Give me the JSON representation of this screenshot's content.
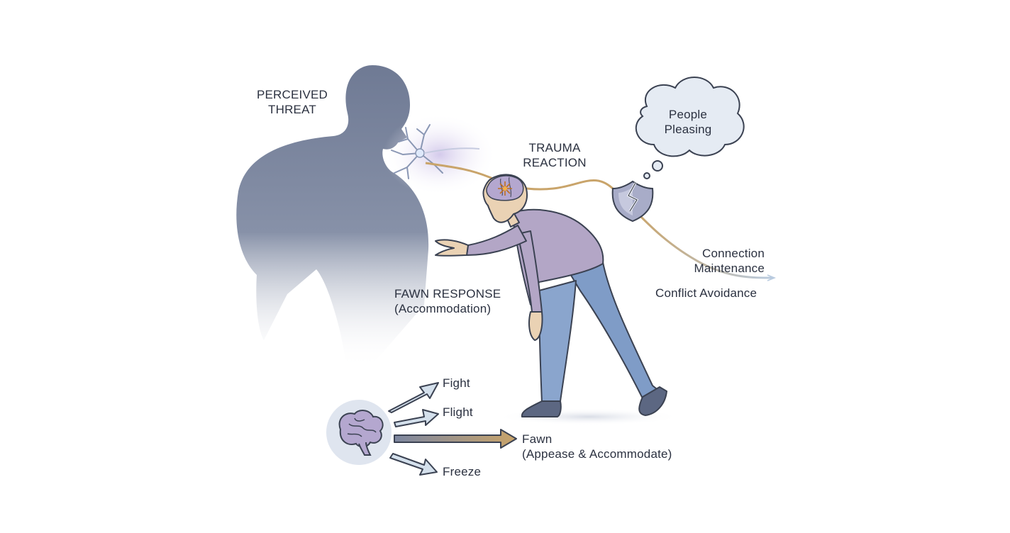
{
  "labels": {
    "perceived_threat": [
      "PERCEIVED",
      "THREAT"
    ],
    "trauma_reaction": [
      "TRAUMA",
      "REACTION"
    ],
    "people_pleasing": [
      "People",
      "Pleasing"
    ],
    "connection_maintenance": [
      "Connection",
      "Maintenance"
    ],
    "conflict_avoidance": "Conflict Avoidance",
    "fawn_response": [
      "FAWN RESPONSE",
      "(Accommodation)"
    ],
    "fight": "Fight",
    "flight": "Flight",
    "fawn": [
      "Fawn",
      "(Appease & Accommodate)"
    ],
    "freeze": "Freeze"
  },
  "icons": [
    "threat-silhouette",
    "neuron-icon",
    "brain-icon",
    "shield-icon",
    "thought-bubble",
    "fawning-person"
  ],
  "colors": {
    "silhouette": "#6f7a94",
    "shirt": "#b3a6c6",
    "pants": "#7f9cc7",
    "skin": "#ead2b4",
    "gold": "#c9a46a",
    "arrow_blue": "#d4e0ec",
    "bubble": "#e5ebf3"
  }
}
